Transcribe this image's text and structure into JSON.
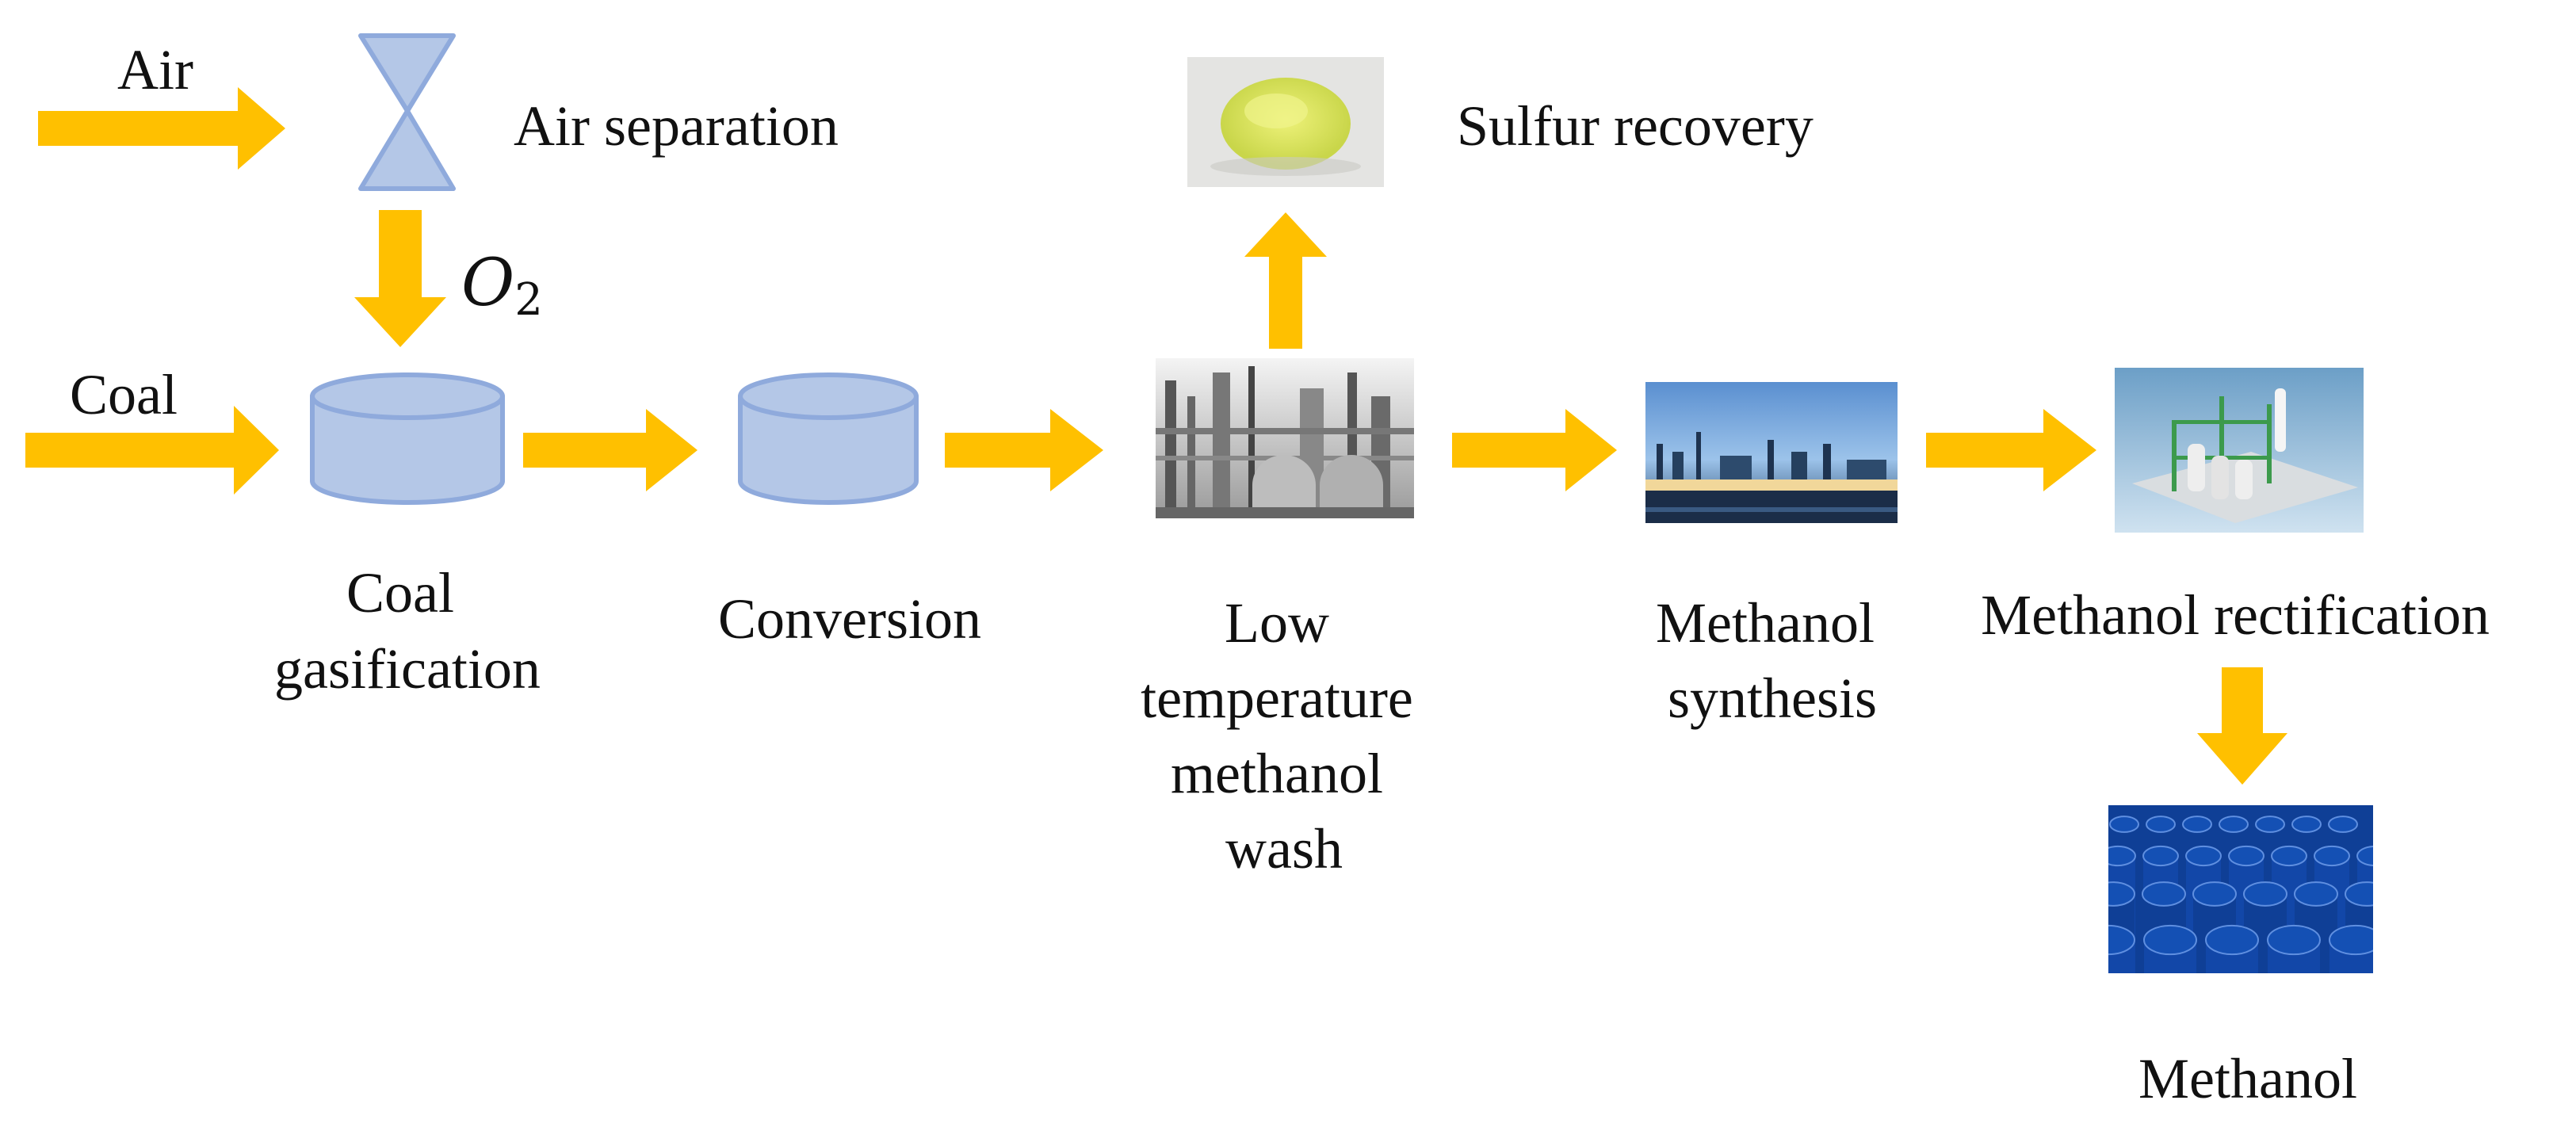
{
  "colors": {
    "arrow": "#FFC000",
    "vessel_fill": "#B4C7E7",
    "vessel_stroke": "#8FAADC",
    "sulfur": "#D6E25A",
    "barrel": "#1450B4"
  },
  "icons": {
    "air_separation": "hourglass-icon",
    "gasifier": "cylinder-tank-icon",
    "converter": "cylinder-tank-icon",
    "sulfur": "sulfur-pile-photo",
    "wash_plant": "industrial-plant-photo",
    "synthesis_plant": "refinery-photo",
    "rectification_plant": "distillation-unit-render",
    "methanol_product": "blue-barrels-photo"
  },
  "labels": {
    "air": "Air",
    "coal": "Coal",
    "air_separation": "Air separation",
    "o2_main": "O",
    "o2_sub": "2",
    "sulfur_recovery": "Sulfur recovery",
    "coal_gasification": [
      "Coal",
      "gasification"
    ],
    "conversion": "Conversion",
    "low_temp_wash": [
      "Low",
      "temperature",
      "methanol",
      "wash"
    ],
    "methanol_synthesis": [
      "Methanol",
      "synthesis"
    ],
    "methanol_rectification": "Methanol rectification",
    "methanol": "Methanol"
  }
}
